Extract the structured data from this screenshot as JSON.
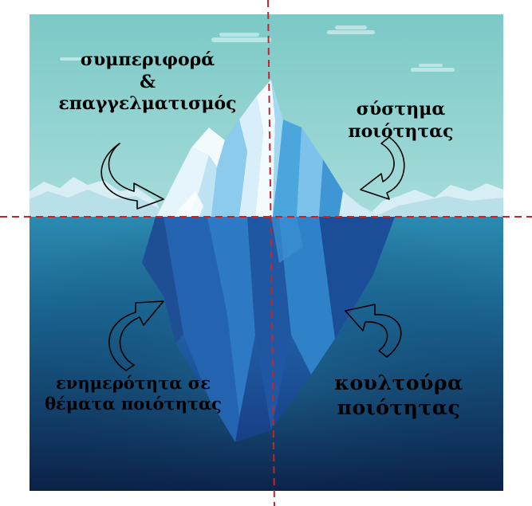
{
  "quadrants": {
    "top_left": {
      "lines": [
        "συμπεριφορά",
        "&",
        "επαγγελματισμός"
      ],
      "arrow_icon": "curved-arrow"
    },
    "top_right": {
      "lines": [
        "σύστημα",
        "ποιότητας"
      ],
      "arrow_icon": "curved-arrow"
    },
    "bottom_left": {
      "lines": [
        "ενημερότητα σε",
        "θέματα ποιότητας"
      ],
      "arrow_icon": "curved-arrow"
    },
    "bottom_right": {
      "lines": [
        "κουλτούρα",
        "ποιότητας"
      ],
      "arrow_icon": "curved-arrow"
    }
  },
  "colors": {
    "sky": "#8fd0cf",
    "water_surface": "#2a86ad",
    "water_deep": "#0d2a52",
    "ice_light": "#e6f4fb",
    "ice_mid": "#5db4e2",
    "ice_deep": "#1f5fa8",
    "divider": "#c0262b"
  }
}
